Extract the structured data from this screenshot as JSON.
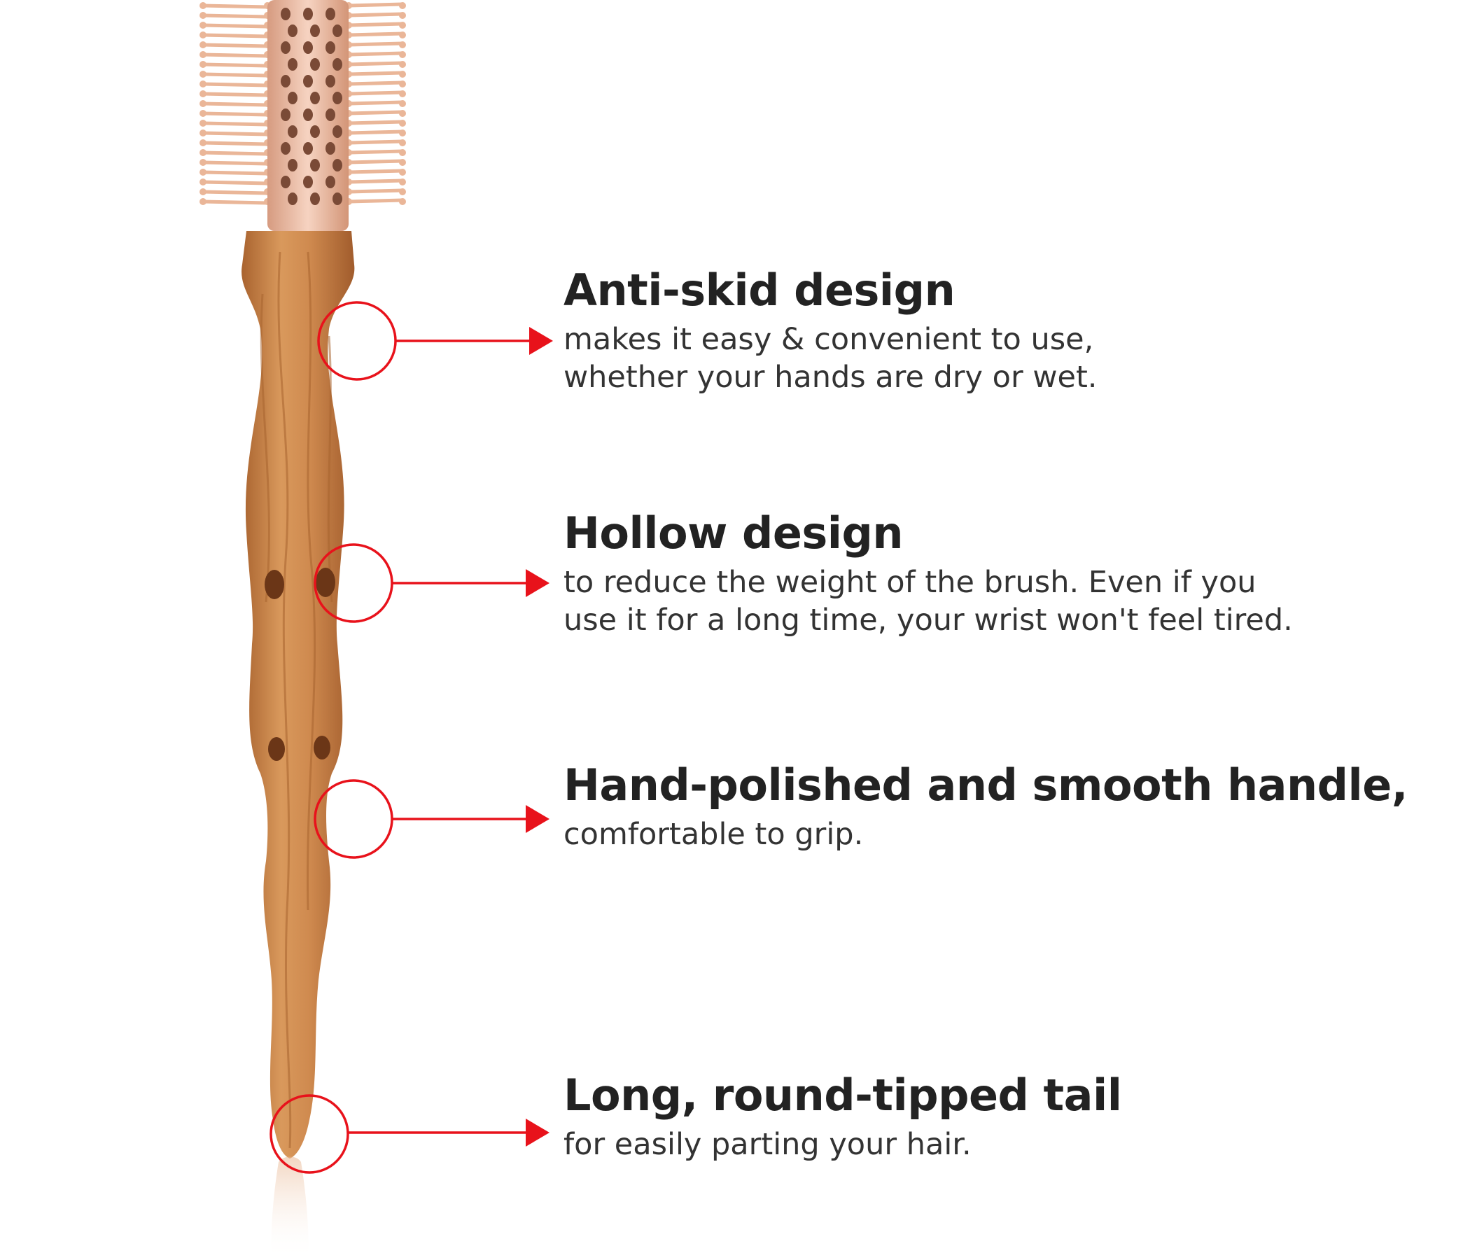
{
  "features": [
    {
      "title": "Anti-skid design",
      "lines": [
        "makes it easy & convenient to use,",
        "whether your hands are dry or wet."
      ]
    },
    {
      "title": "Hollow design",
      "lines": [
        "to reduce the weight of the brush. Even if you",
        "use it for a long time, your wrist won't feel tired."
      ]
    },
    {
      "title": "Hand-polished and smooth handle,",
      "lines": [
        "comfortable to grip."
      ]
    },
    {
      "title": "Long, round-tipped tail",
      "lines": [
        "for easily parting your hair."
      ]
    }
  ],
  "colors": {
    "callout": "#e8121b",
    "wood": "#c8834a",
    "wood_dark": "#9a5a2c",
    "barrel": "#e7b49c",
    "bristle": "#eab698",
    "heading": "#222222",
    "body": "#333333"
  }
}
